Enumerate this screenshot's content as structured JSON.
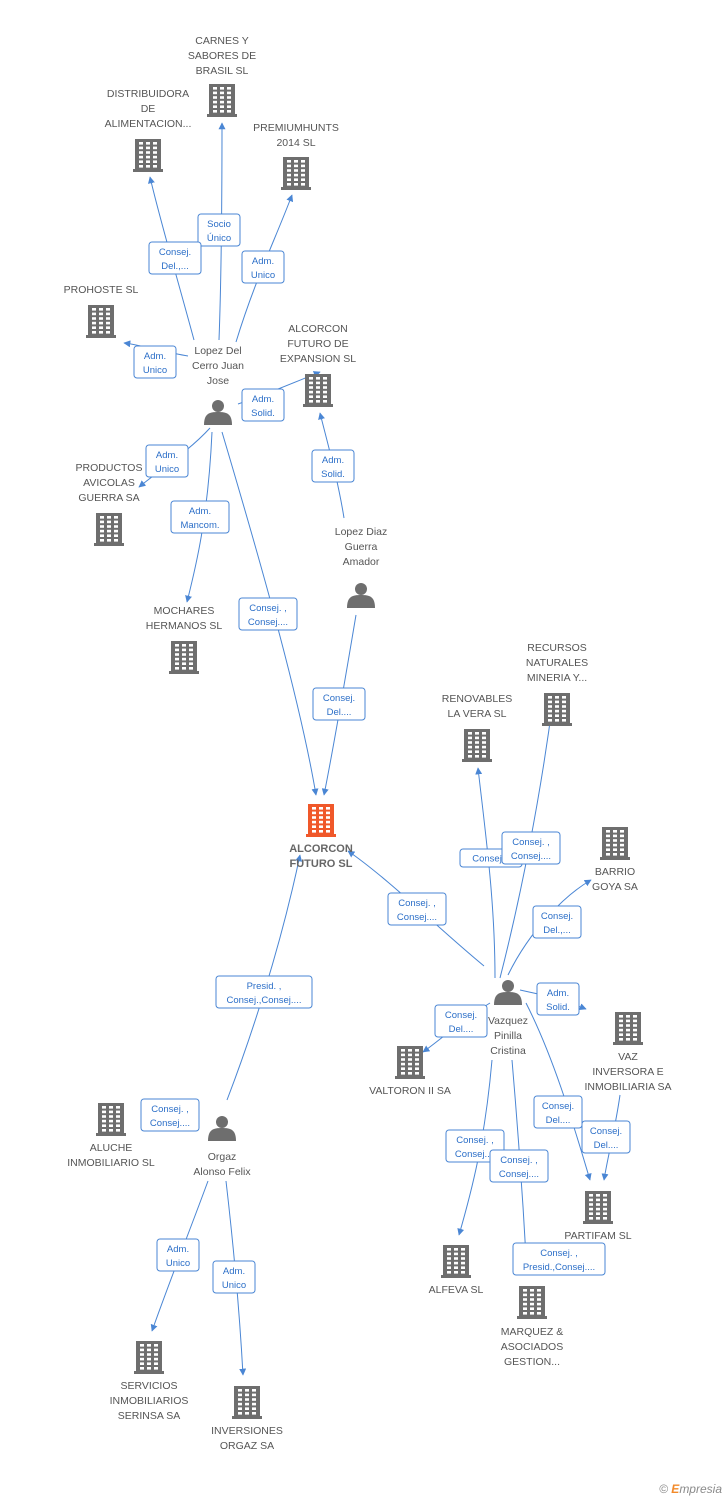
{
  "colors": {
    "edge": "#4a86d4",
    "company": "#6e6e6e",
    "focus_company": "#f0582a",
    "person": "#6e6e6e",
    "relation_text": "#2c6fc8"
  },
  "footer": {
    "copyright": "©",
    "brand_initial": "E",
    "brand_rest": "mpresia"
  },
  "nodes": [
    {
      "id": "alcorcon",
      "kind": "company",
      "focus": true,
      "lines": [
        "ALCORCON",
        "FUTURO SL"
      ]
    },
    {
      "id": "carnes",
      "kind": "company",
      "lines": [
        "CARNES Y",
        "SABORES DE",
        "BRASIL SL"
      ]
    },
    {
      "id": "distribuidora",
      "kind": "company",
      "lines": [
        "DISTRIBUIDORA",
        "DE",
        "ALIMENTACION..."
      ]
    },
    {
      "id": "premiumhunts",
      "kind": "company",
      "lines": [
        "PREMIUMHUNTS",
        "2014  SL"
      ]
    },
    {
      "id": "prohoste",
      "kind": "company",
      "lines": [
        "PROHOSTE SL"
      ]
    },
    {
      "id": "alcorcon_exp",
      "kind": "company",
      "lines": [
        "ALCORCON",
        "FUTURO DE",
        "EXPANSION SL"
      ]
    },
    {
      "id": "lopez_cerro",
      "kind": "person",
      "lines": [
        "Lopez Del",
        "Cerro Juan",
        "Jose"
      ]
    },
    {
      "id": "productos",
      "kind": "company",
      "lines": [
        "PRODUCTOS",
        "AVICOLAS",
        "GUERRA SA"
      ]
    },
    {
      "id": "lopez_diaz",
      "kind": "person",
      "lines": [
        "Lopez Diaz",
        "Guerra",
        "Amador"
      ]
    },
    {
      "id": "mochares",
      "kind": "company",
      "lines": [
        "MOCHARES",
        "HERMANOS SL"
      ]
    },
    {
      "id": "recursos",
      "kind": "company",
      "lines": [
        "RECURSOS",
        "NATURALES",
        "MINERIA Y..."
      ]
    },
    {
      "id": "renovables",
      "kind": "company",
      "lines": [
        "RENOVABLES",
        "LA VERA SL"
      ]
    },
    {
      "id": "barrio",
      "kind": "company",
      "lines": [
        "BARRIO",
        "GOYA SA"
      ]
    },
    {
      "id": "vazquez",
      "kind": "person",
      "lines": [
        "Vazquez",
        "Pinilla",
        "Cristina"
      ]
    },
    {
      "id": "vaz_inv",
      "kind": "company",
      "lines": [
        "VAZ",
        "INVERSORA E",
        "INMOBILIARIA SA"
      ]
    },
    {
      "id": "valtoron",
      "kind": "company",
      "lines": [
        "VALTORON II SA"
      ]
    },
    {
      "id": "aluche",
      "kind": "company",
      "lines": [
        "ALUCHE",
        "INMOBILIARIO SL"
      ]
    },
    {
      "id": "orgaz",
      "kind": "person",
      "lines": [
        "Orgaz",
        "Alonso Felix"
      ]
    },
    {
      "id": "partifam",
      "kind": "company",
      "lines": [
        "PARTIFAM SL"
      ]
    },
    {
      "id": "alfeva",
      "kind": "company",
      "lines": [
        "ALFEVA SL"
      ]
    },
    {
      "id": "marquez",
      "kind": "company",
      "lines": [
        "MARQUEZ &",
        "ASOCIADOS",
        "GESTION..."
      ]
    },
    {
      "id": "servicios",
      "kind": "company",
      "lines": [
        "SERVICIOS",
        "INMOBILIARIOS",
        "SERINSA SA"
      ]
    },
    {
      "id": "inversiones",
      "kind": "company",
      "lines": [
        "INVERSIONES",
        "ORGAZ SA"
      ]
    }
  ],
  "relations": [
    {
      "id": "r_carnes",
      "lines": [
        "Socio",
        "Único"
      ]
    },
    {
      "id": "r_distrib",
      "lines": [
        "Consej.",
        "Del.,..."
      ]
    },
    {
      "id": "r_premium",
      "lines": [
        "Adm.",
        "Unico"
      ]
    },
    {
      "id": "r_prohoste",
      "lines": [
        "Adm.",
        "Unico"
      ]
    },
    {
      "id": "r_lc_solid",
      "lines": [
        "Adm.",
        "Solid."
      ]
    },
    {
      "id": "r_productos",
      "lines": [
        "Adm.",
        "Unico"
      ]
    },
    {
      "id": "r_mochares",
      "lines": [
        "Adm.",
        "Mancom."
      ]
    },
    {
      "id": "r_lc_alcorcon",
      "lines": [
        "Consej. ,",
        "Consej...."
      ]
    },
    {
      "id": "r_ld_solid",
      "lines": [
        "Adm.",
        "Solid."
      ]
    },
    {
      "id": "r_ld_alcorcon",
      "lines": [
        "Consej.",
        "Del...."
      ]
    },
    {
      "id": "r_renov",
      "lines": [
        "Consej..."
      ]
    },
    {
      "id": "r_recursos",
      "lines": [
        "Consej. ,",
        "Consej...."
      ]
    },
    {
      "id": "r_barrio",
      "lines": [
        "Consej.",
        "Del.,..."
      ]
    },
    {
      "id": "r_vz_alcorcon",
      "lines": [
        "Consej. ,",
        "Consej...."
      ]
    },
    {
      "id": "r_vz_solid",
      "lines": [
        "Adm.",
        "Solid."
      ]
    },
    {
      "id": "r_vz_valtoron",
      "lines": [
        "Consej.",
        "Del...."
      ]
    },
    {
      "id": "r_orgaz_alcorcon",
      "lines": [
        "Presid. ,",
        "Consej.,Consej...."
      ]
    },
    {
      "id": "r_aluche",
      "lines": [
        "Consej. ,",
        "Consej...."
      ]
    },
    {
      "id": "r_partifam1",
      "lines": [
        "Consej.",
        "Del...."
      ]
    },
    {
      "id": "r_partifam2",
      "lines": [
        "Consej.",
        "Del...."
      ]
    },
    {
      "id": "r_alfeva",
      "lines": [
        "Consej. ,",
        "Consej...."
      ]
    },
    {
      "id": "r_marquez_mid",
      "lines": [
        "Consej. ,",
        "Consej...."
      ]
    },
    {
      "id": "r_marquez",
      "lines": [
        "Consej. ,",
        "Presid.,Consej...."
      ]
    },
    {
      "id": "r_servicios",
      "lines": [
        "Adm.",
        "Unico"
      ]
    },
    {
      "id": "r_inversiones",
      "lines": [
        "Adm.",
        "Unico"
      ]
    }
  ]
}
